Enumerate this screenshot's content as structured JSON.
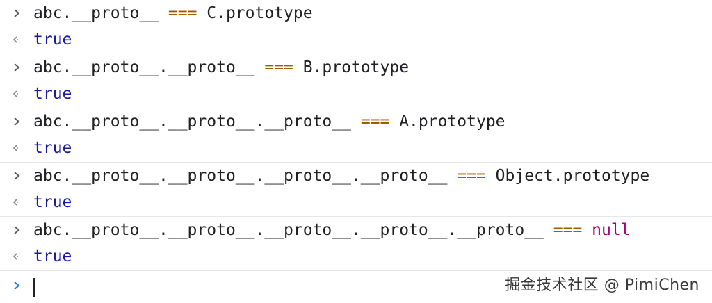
{
  "entries": [
    {
      "input": [
        {
          "text": "abc.__proto__ ",
          "kind": "plain"
        },
        {
          "text": "===",
          "kind": "op"
        },
        {
          "text": " C.prototype",
          "kind": "plain"
        }
      ],
      "result": "true"
    },
    {
      "input": [
        {
          "text": "abc.__proto__.__proto__ ",
          "kind": "plain"
        },
        {
          "text": "===",
          "kind": "op"
        },
        {
          "text": " B.prototype",
          "kind": "plain"
        }
      ],
      "result": "true"
    },
    {
      "input": [
        {
          "text": "abc.__proto__.__proto__.__proto__ ",
          "kind": "plain"
        },
        {
          "text": "===",
          "kind": "op"
        },
        {
          "text": " A.prototype",
          "kind": "plain"
        }
      ],
      "result": "true"
    },
    {
      "input": [
        {
          "text": "abc.__proto__.__proto__.__proto__.__proto__ ",
          "kind": "plain"
        },
        {
          "text": "===",
          "kind": "op"
        },
        {
          "text": " Object.prototype",
          "kind": "plain"
        }
      ],
      "result": "true"
    },
    {
      "input": [
        {
          "text": "abc.__proto__.__proto__.__proto__.__proto__.__proto__ ",
          "kind": "plain"
        },
        {
          "text": "===",
          "kind": "op"
        },
        {
          "text": " ",
          "kind": "plain"
        },
        {
          "text": "null",
          "kind": "null"
        }
      ],
      "result": "true"
    }
  ],
  "watermark": "掘金技术社区 @ PimiChen",
  "icons": {
    "input_prompt": "chevron-right-icon",
    "result_marker": "return-arrow-icon",
    "active_prompt": "chevron-right-icon"
  },
  "colors": {
    "operator": "#a35a00",
    "null_keyword": "#a5007a",
    "boolean": "#1a1aa6",
    "active_prompt": "#1a73e8"
  }
}
